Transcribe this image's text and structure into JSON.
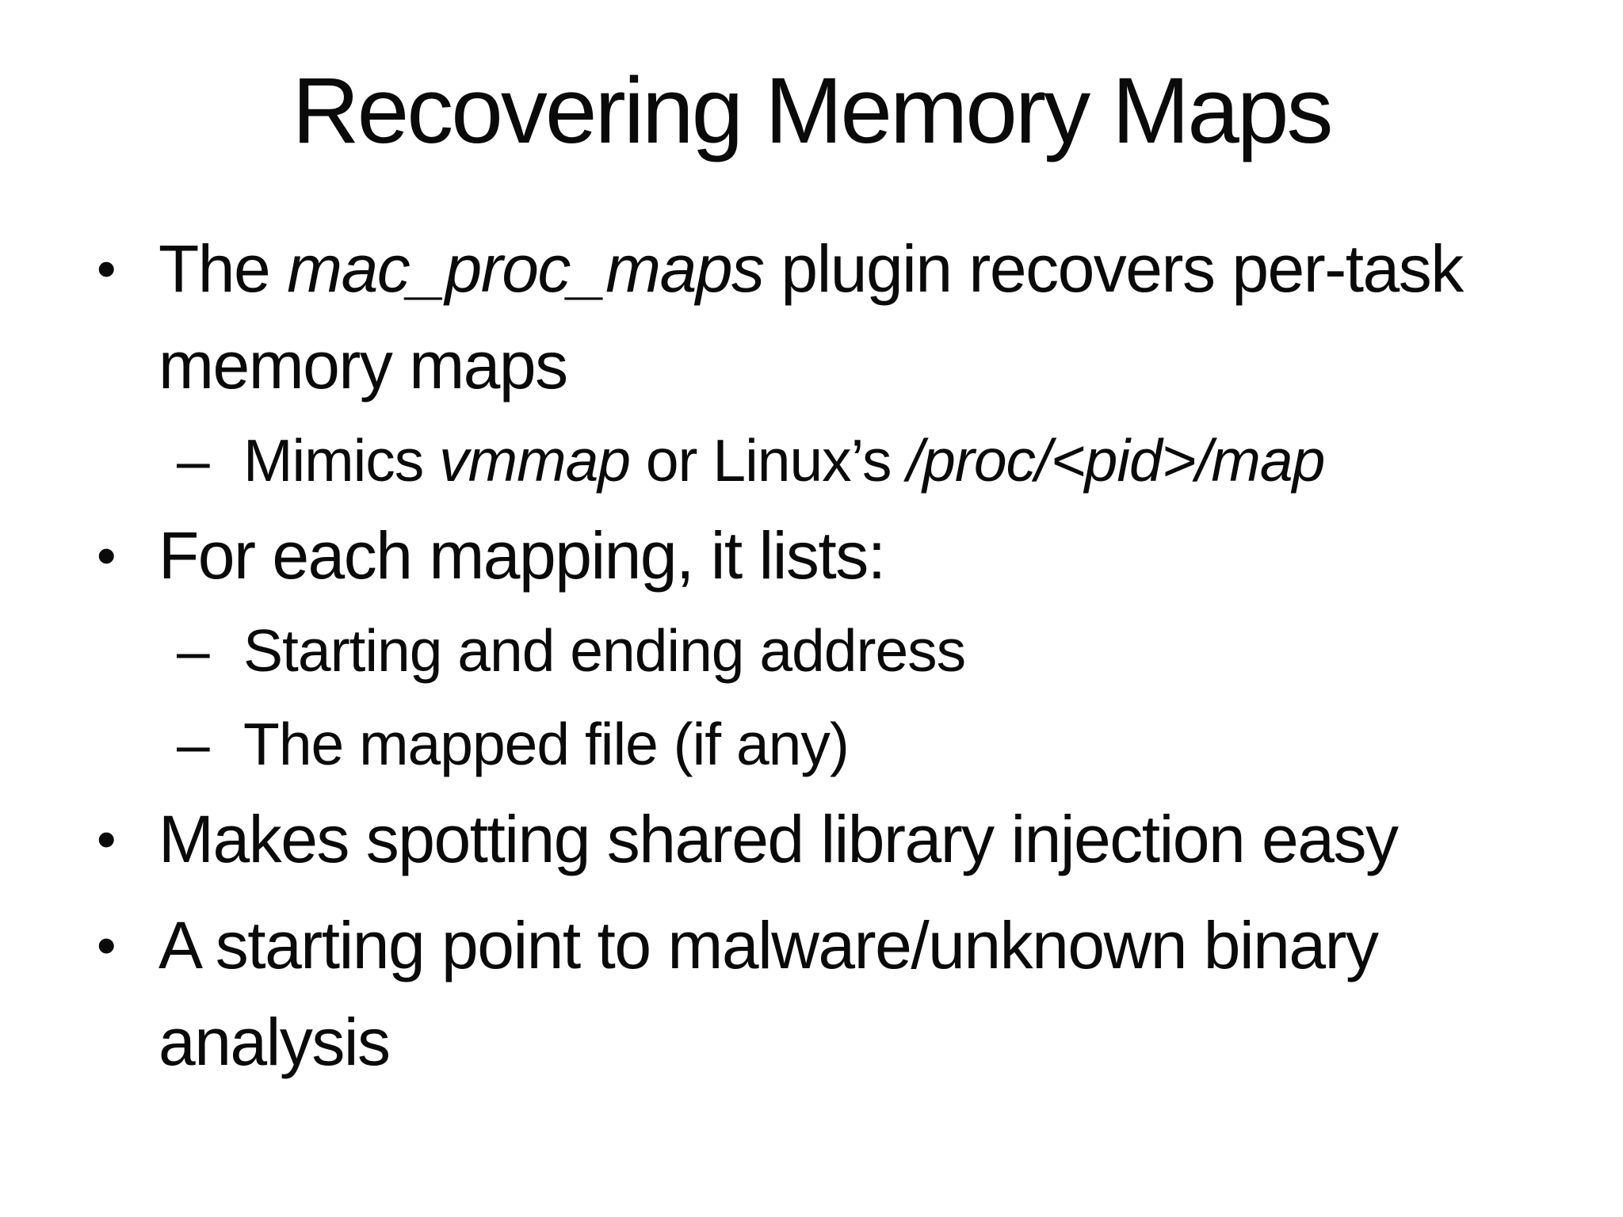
{
  "slide": {
    "title": "Recovering Memory Maps",
    "bullets": [
      {
        "level": 1,
        "marker": "•",
        "lines": [
          [
            {
              "t": "The "
            },
            {
              "t": "mac_proc_maps",
              "i": true
            },
            {
              "t": " plugin recovers per-task"
            }
          ],
          [
            {
              "t": "memory maps"
            }
          ]
        ]
      },
      {
        "level": 2,
        "marker": "–",
        "lines": [
          [
            {
              "t": "Mimics "
            },
            {
              "t": "vmmap",
              "i": true
            },
            {
              "t": " or Linux’s "
            },
            {
              "t": "/proc/<pid>/map",
              "i": true
            }
          ]
        ]
      },
      {
        "level": 1,
        "marker": "•",
        "lines": [
          [
            {
              "t": "For each mapping, it lists:"
            }
          ]
        ]
      },
      {
        "level": 2,
        "marker": "–",
        "lines": [
          [
            {
              "t": "Starting and ending address"
            }
          ]
        ]
      },
      {
        "level": 2,
        "marker": "–",
        "lines": [
          [
            {
              "t": "The mapped file (if any)"
            }
          ]
        ]
      },
      {
        "level": 1,
        "marker": "•",
        "lines": [
          [
            {
              "t": "Makes spotting shared library injection easy"
            }
          ]
        ]
      },
      {
        "level": 1,
        "marker": "•",
        "pre_gap": true,
        "lines": [
          [
            {
              "t": "A starting point to malware/unknown binary"
            }
          ],
          [
            {
              "t": "analysis"
            }
          ]
        ]
      }
    ],
    "colors": {
      "background": "#ffffff",
      "text": "#0a0a0a"
    }
  }
}
